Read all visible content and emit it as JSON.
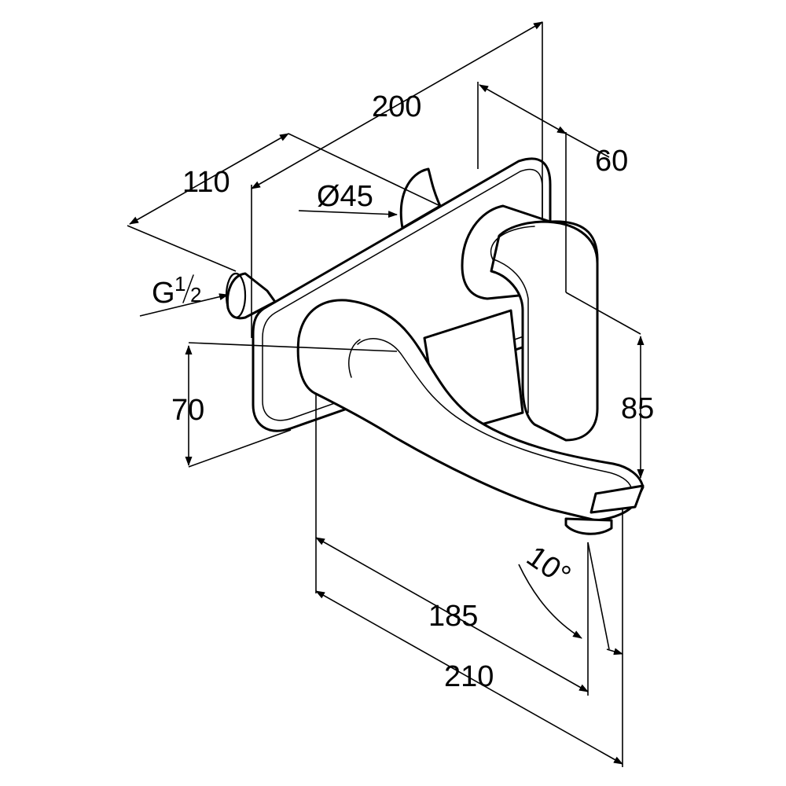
{
  "dimensions": {
    "overall_width": "200",
    "depth": "60",
    "wall_offset": "110",
    "rosette_diameter": "Ø45",
    "thread_g": "G",
    "thread_num": "1",
    "thread_den": "2",
    "plate_height": "70",
    "spout_height": "85",
    "spout_reach": "185",
    "total_reach": "210",
    "spout_angle": "10°"
  }
}
